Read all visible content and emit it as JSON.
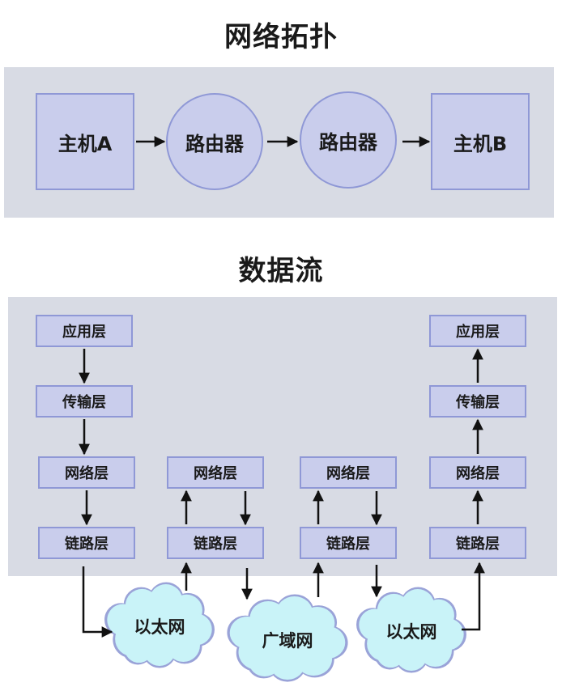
{
  "topology": {
    "title": "网络拓扑",
    "host_a": "主机A",
    "router_1": "路由器",
    "router_2": "路由器",
    "host_b": "主机B"
  },
  "dataflow": {
    "title": "数据流",
    "host_a_stack": {
      "application": "应用层",
      "transport": "传输层",
      "network": "网络层",
      "link": "链路层"
    },
    "router_1_stack": {
      "network": "网络层",
      "link": "链路层"
    },
    "router_2_stack": {
      "network": "网络层",
      "link": "链路层"
    },
    "host_b_stack": {
      "application": "应用层",
      "transport": "传输层",
      "network": "网络层",
      "link": "链路层"
    },
    "clouds": {
      "ethernet_1": "以太网",
      "wan": "广域网",
      "ethernet_2": "以太网"
    }
  },
  "colors": {
    "panel": "#d8dbe4",
    "node_fill": "#c9cdec",
    "node_border": "#8f98d6",
    "cloud_fill": "#c9f3f8",
    "cloud_border": "#9aa3d8"
  }
}
